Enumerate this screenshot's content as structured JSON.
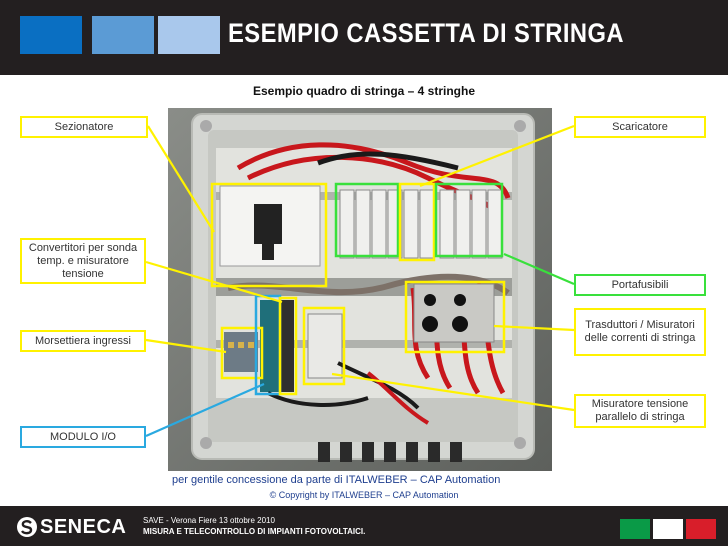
{
  "header": {
    "title": "ESEMPIO CASSETTA  DI STRINGA",
    "squares": [
      "#0a6fc2",
      "#5b9bd5",
      "#a9c8ec"
    ]
  },
  "subtitle": "Esempio quadro di stringa – 4 stringhe",
  "labels": {
    "sezionatore": "Sezionatore",
    "convertitori": "Convertitori per sonda temp. e misuratore tensione",
    "morsettiera": "Morsettiera ingressi",
    "modulo": "MODULO I/O",
    "scaricatore": "Scaricatore",
    "portafusibili": "Portafusibili",
    "trasduttori": "Trasduttori / Misuratori delle correnti di stringa",
    "misuratore": "Misuratore tensione parallelo di stringa"
  },
  "credit": "per gentile concessione da parte di ITALWEBER – CAP Automation",
  "copyright": "© Copyright by ITALWEBER – CAP Automation",
  "footer": {
    "logo": "SENECA",
    "line1": "SAVE - Verona Fiere 13 ottobre 2010",
    "line2": "MISURA E TELECONTROLLO DI IMPIANTI FOTOVOLTAICI.",
    "flag_colors": [
      "#0a9a47",
      "#ffffff",
      "#d81e2a"
    ]
  },
  "colors": {
    "highlight_yellow": "#fff200",
    "highlight_green": "#39e03c",
    "highlight_blue": "#2aa9e0"
  }
}
